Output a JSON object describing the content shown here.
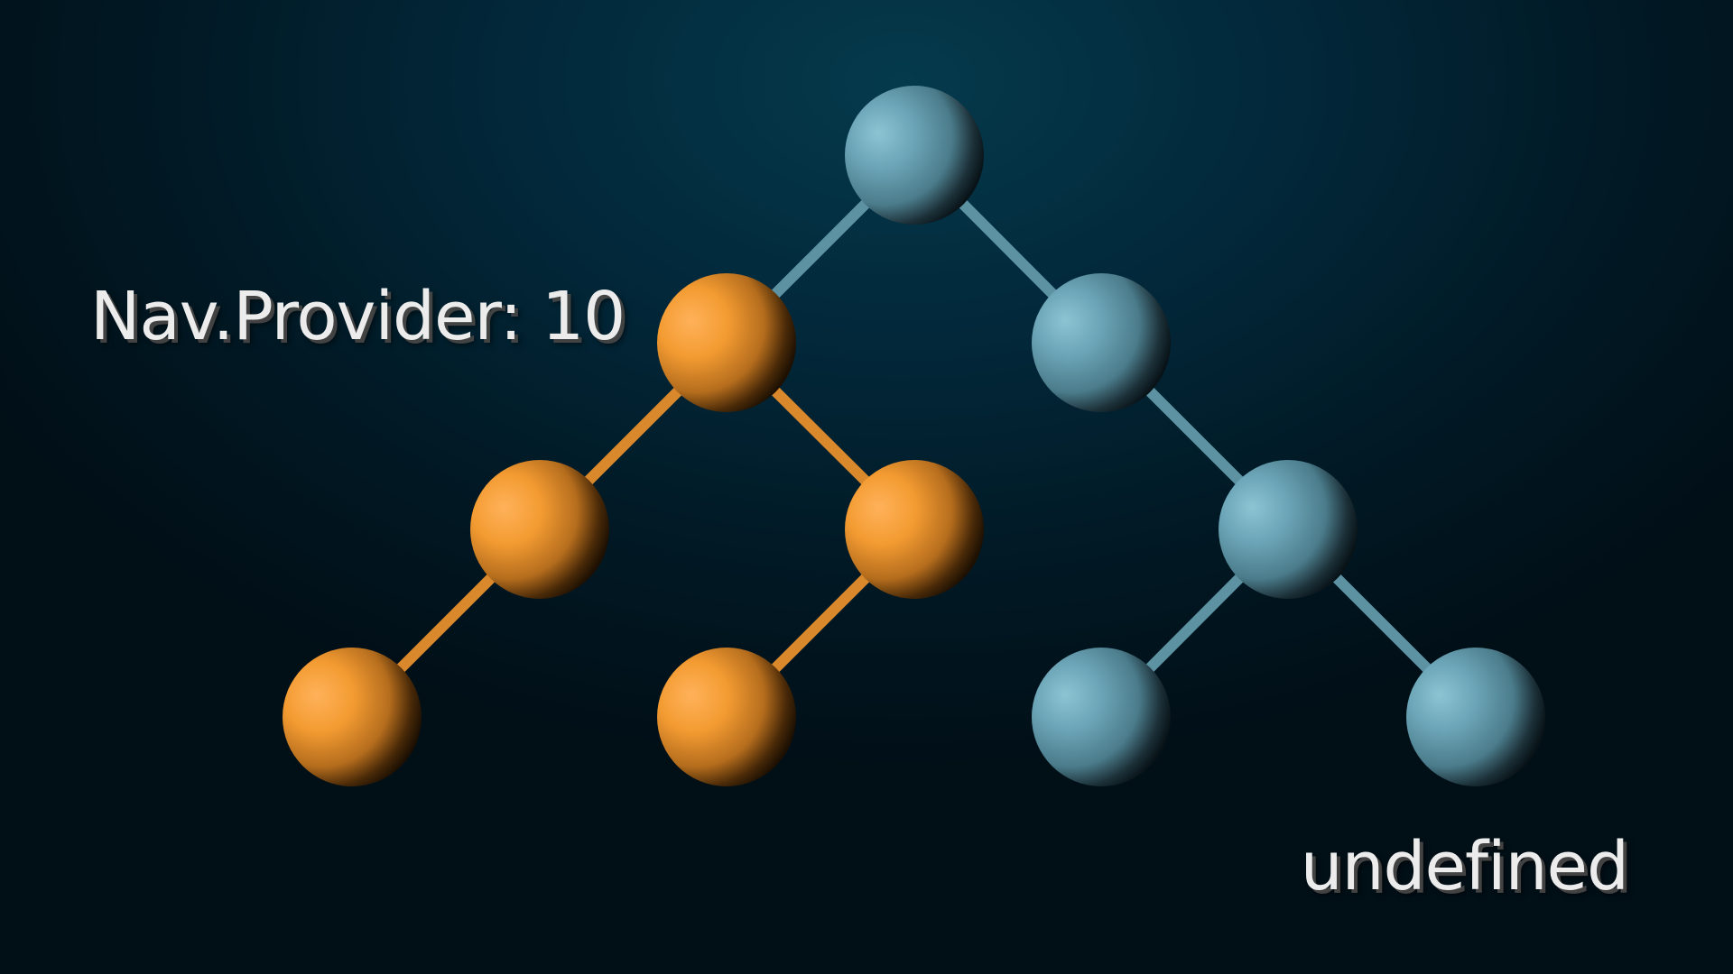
{
  "annotations": {
    "left_label": "Nav.Provider: 10",
    "right_label": "undefined"
  },
  "colors": {
    "provider_subtree": "#f39b32",
    "default_subtree": "#6da5b7",
    "provider_edge": "#d9892c",
    "default_edge": "#5d92a3"
  },
  "tree": {
    "nodes": [
      {
        "id": "root",
        "group": "default"
      },
      {
        "id": "n1",
        "group": "provider"
      },
      {
        "id": "n2",
        "group": "default"
      },
      {
        "id": "n3",
        "group": "provider"
      },
      {
        "id": "n4",
        "group": "provider"
      },
      {
        "id": "n5",
        "group": "default"
      },
      {
        "id": "n6",
        "group": "provider"
      },
      {
        "id": "n7",
        "group": "provider"
      },
      {
        "id": "n8",
        "group": "default"
      },
      {
        "id": "n9",
        "group": "default"
      }
    ],
    "edges": [
      {
        "from": "root",
        "to": "n1",
        "group": "default"
      },
      {
        "from": "root",
        "to": "n2",
        "group": "default"
      },
      {
        "from": "n1",
        "to": "n3",
        "group": "provider"
      },
      {
        "from": "n1",
        "to": "n4",
        "group": "provider"
      },
      {
        "from": "n3",
        "to": "n6",
        "group": "provider"
      },
      {
        "from": "n4",
        "to": "n7",
        "group": "provider"
      },
      {
        "from": "n2",
        "to": "n5",
        "group": "default"
      },
      {
        "from": "n5",
        "to": "n8",
        "group": "default"
      },
      {
        "from": "n5",
        "to": "n9",
        "group": "default"
      }
    ]
  }
}
